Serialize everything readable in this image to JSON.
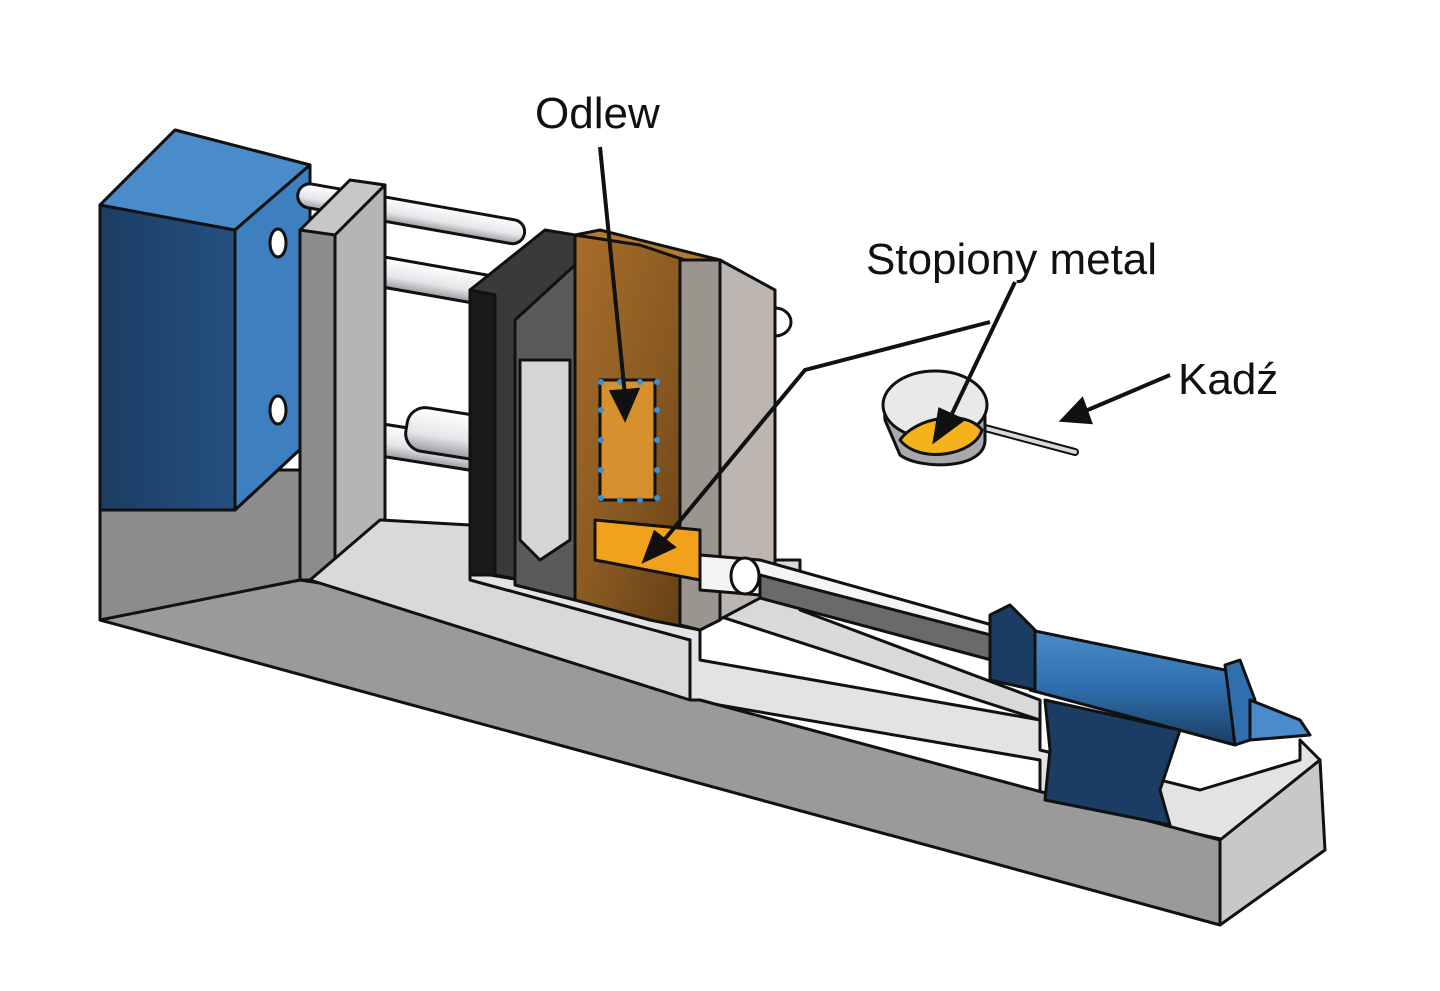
{
  "labels": {
    "casting": "Odlew",
    "molten_metal": "Stopiony metal",
    "ladle": "Kadź"
  },
  "colors": {
    "outline": "#111111",
    "hydraulic_blue": "#2f6fae",
    "hydraulic_blue_dark": "#1b3d63",
    "hydraulic_blue_light": "#4a8cc9",
    "frame_gray": "#8c8c8c",
    "frame_gray_light": "#c8c8c8",
    "frame_gray_top": "#e3e3e5",
    "base_front": "#9a9a9a",
    "die_brown": "#8a5a22",
    "die_brown_dark": "#5e3b16",
    "molten_orange": "#f2a11c",
    "ladle_yellow": "#f5b21b",
    "rod_white": "#f4f4f6"
  },
  "icons": {
    "machine": "die-casting-machine-illustration",
    "ladle": "ladle-icon"
  }
}
